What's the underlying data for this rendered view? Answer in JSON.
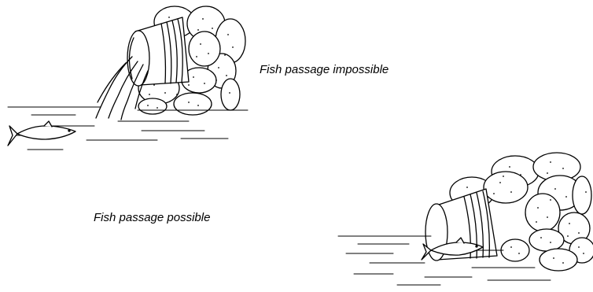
{
  "captions": {
    "impossible": "Fish passage impossible",
    "possible": "Fish passage possible"
  },
  "colors": {
    "ink": "#000000",
    "background": "#ffffff"
  },
  "icons": [
    "perched-culvert-illustration",
    "embedded-culvert-illustration",
    "fish-icon",
    "boulder-icon"
  ]
}
